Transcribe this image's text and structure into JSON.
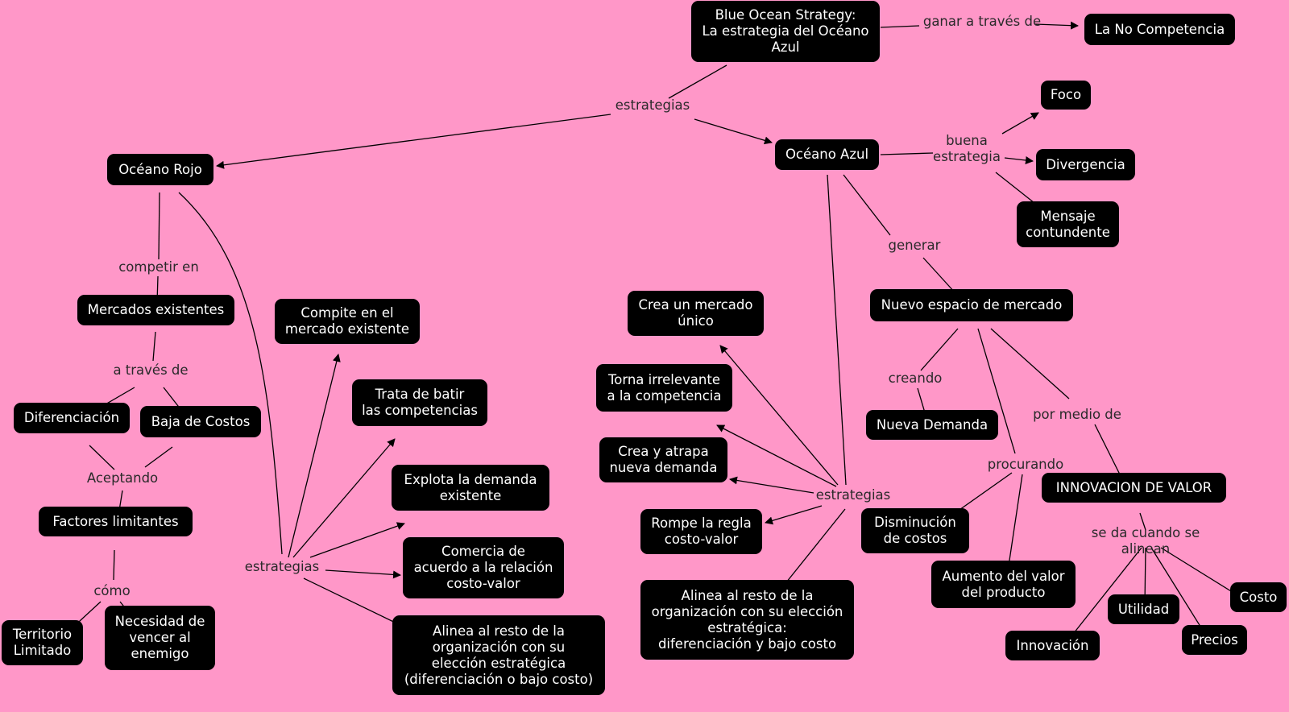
{
  "background": "#ff97c8",
  "node_color": "#000000",
  "nodes": {
    "blue_ocean": "Blue Ocean Strategy:\nLa estrategia del Océano\nAzul",
    "no_competencia": "La No Competencia",
    "oceano_rojo": "Océano Rojo",
    "oceano_azul": "Océano Azul",
    "foco": "Foco",
    "divergencia": "Divergencia",
    "mensaje": "Mensaje\ncontundente",
    "mercados_existentes": "Mercados existentes",
    "diferenciacion": "Diferenciación",
    "baja_costos": "Baja de Costos",
    "factores": "Factores limitantes",
    "territorio": "Territorio\nLimitado",
    "necesidad": "Necesidad de\nvencer al\nenemigo",
    "compite": "Compite en el\nmercado existente",
    "trata": "Trata de batir\nlas competencias",
    "explota": "Explota la demanda\nexistente",
    "comercia": "Comercia de\nacuerdo a la relación\ncosto-valor",
    "alinea_rojo": "Alinea al resto de la\norganización con su\nelección estratégica\n(diferenciación o bajo costo)",
    "crea_unico": "Crea un mercado\núnico",
    "torna": "Torna irrelevante\na la competencia",
    "crea_atrapa": "Crea y atrapa\nnueva demanda",
    "rompe": "Rompe la regla\ncosto-valor",
    "alinea_azul": "Alinea al resto de la\norganización con su elección\nestratégica:\ndiferenciación y bajo costo",
    "nuevo_espacio": "Nuevo espacio de mercado",
    "nueva_demanda": "Nueva Demanda",
    "disminucion": "Disminución\nde costos",
    "aumento": "Aumento del valor\ndel producto",
    "innovacion_valor": "INNOVACION DE VALOR",
    "innovacion": "Innovación",
    "utilidad": "Utilidad",
    "precios": "Precios",
    "costo": "Costo"
  },
  "links": {
    "ganar": "ganar a través de",
    "estrategias_top": "estrategias",
    "buena_estrategia": "buena\nestrategia",
    "competir_en": "competir en",
    "a_traves_de": "a través de",
    "aceptando": "Aceptando",
    "como": "cómo",
    "estrategias_rojo": "estrategias",
    "generar": "generar",
    "estrategias_azul": "estrategias",
    "creando": "creando",
    "procurando": "procurando",
    "por_medio_de": "por medio de",
    "se_da_cuando": "se da cuando se alinean"
  }
}
